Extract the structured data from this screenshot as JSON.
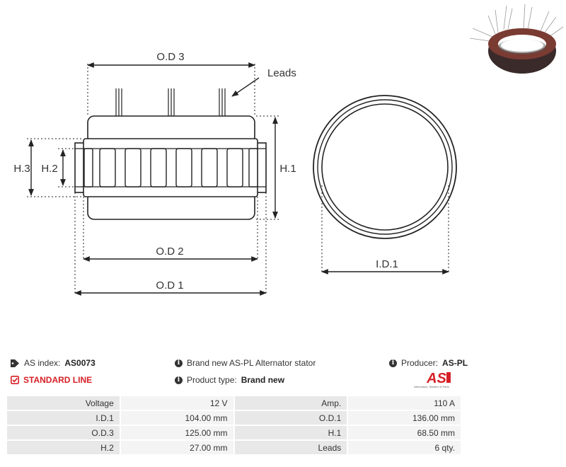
{
  "drawing": {
    "labels": {
      "od3": "O.D 3",
      "od2": "O.D 2",
      "od1": "O.D 1",
      "h1": "H.1",
      "h2": "H.2",
      "h3": "H.3",
      "id1": "I.D.1",
      "leads": "Leads"
    }
  },
  "header": {
    "index_label": "AS index:",
    "index_value": "AS0073",
    "line_label": "STANDARD LINE",
    "description": "Brand new AS-PL Alternator stator",
    "product_type_label": "Product type:",
    "product_type_value": "Brand new",
    "producer_label": "Producer:",
    "producer_value": "AS-PL"
  },
  "logo": {
    "text": "AS",
    "subtitle": "Alternators, Starters & Parts",
    "color": "#d62027"
  },
  "specs": [
    {
      "label1": "Voltage",
      "value1": "12 V",
      "label2": "Amp.",
      "value2": "110 A"
    },
    {
      "label1": "I.D.1",
      "value1": "104.00 mm",
      "label2": "O.D.1",
      "value2": "136.00 mm"
    },
    {
      "label1": "O.D.3",
      "value1": "125.00 mm",
      "label2": "H.1",
      "value2": "68.50 mm"
    },
    {
      "label1": "H.2",
      "value1": "27.00 mm",
      "label2": "Leads",
      "value2": "6 qty."
    }
  ]
}
